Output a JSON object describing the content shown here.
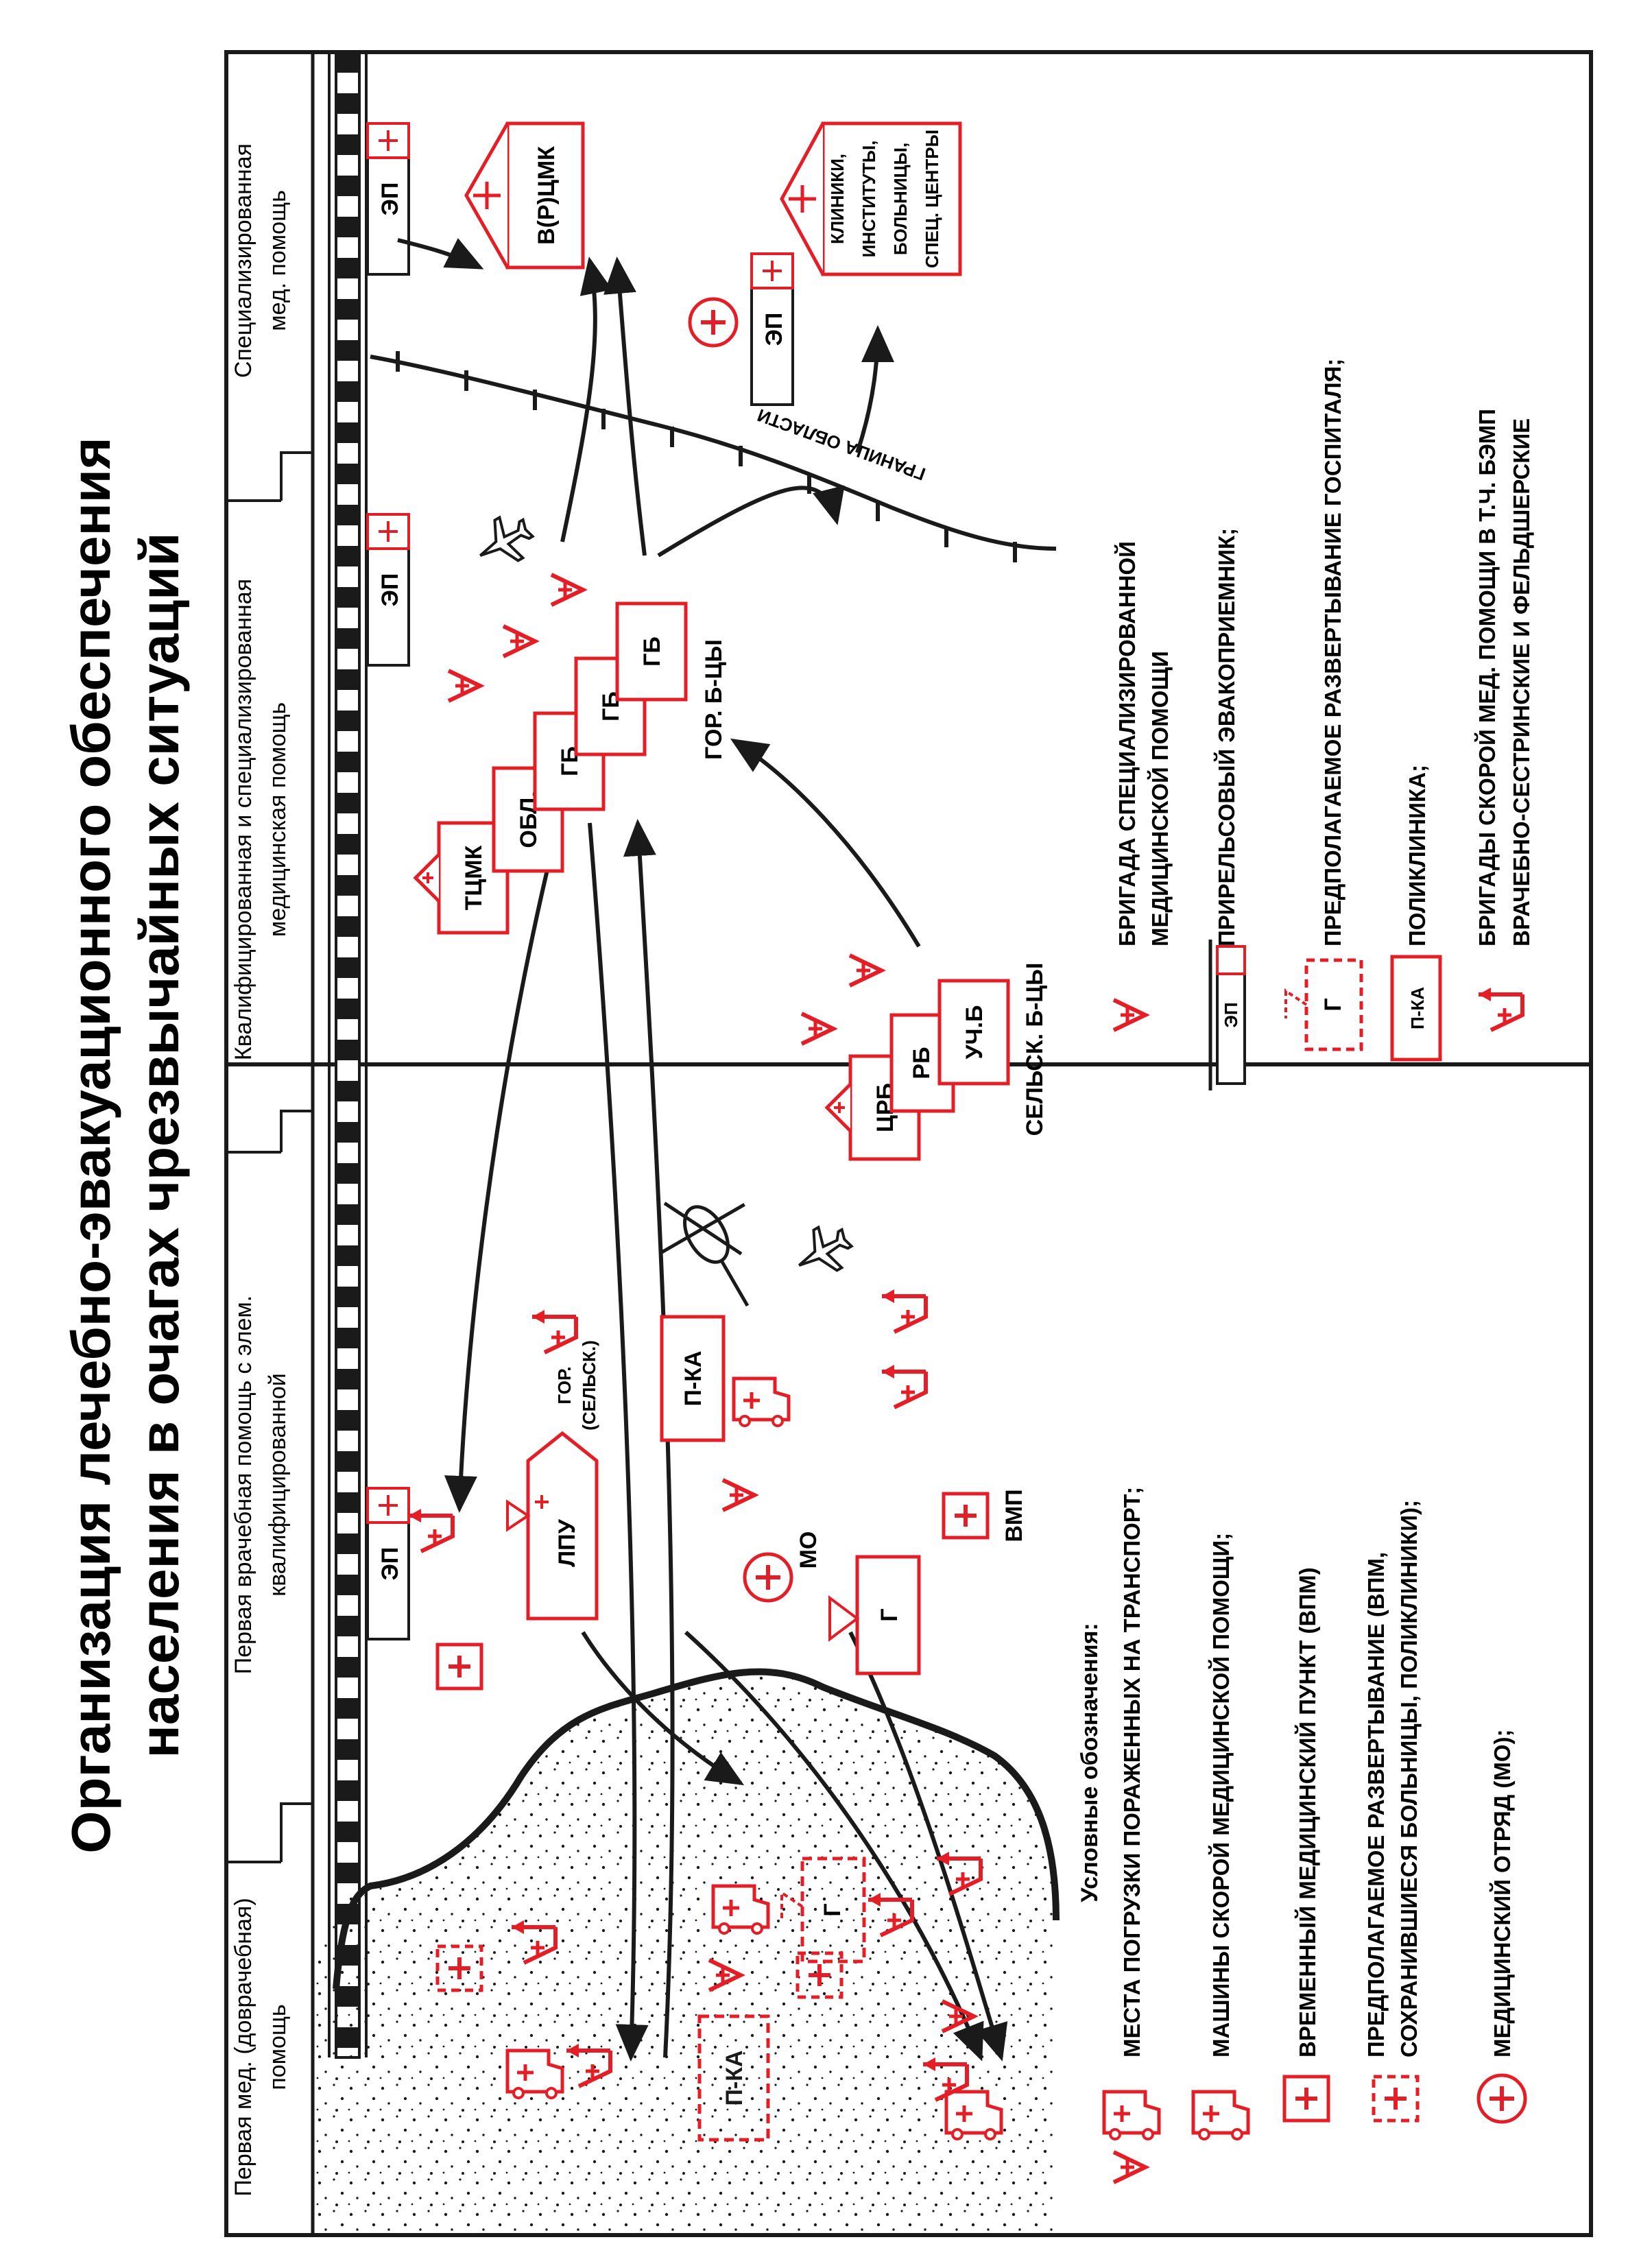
{
  "title": {
    "line1": "Организация лечебно-эвакуационного обеспечения",
    "line2": "населения в очагах чрезвычайных ситуаций"
  },
  "zones": {
    "first_aid_line1": "Первая мед. (доврачебная)",
    "first_aid_line2": "помощь",
    "first_doctor_line1": "Первая врачебная помощь с элем.",
    "first_doctor_line2": "квалифицированной",
    "qualified_line1": "Квалифицированная и специализированная",
    "qualified_line2": "медицинская помощь",
    "specialized_line1": "Специализированная",
    "specialized_line2": "мед. помощь"
  },
  "facilities": {
    "lpu": "ЛПУ",
    "lpu_caption_line1": "ГОР.",
    "lpu_caption_line2": "(СЕЛЬСК.)",
    "pka": "П-КА",
    "mo": "МО",
    "vmp": "ВМП",
    "g": "Г",
    "crb": "ЦРБ",
    "rb": "РБ",
    "uchb": "УЧ.Б",
    "rural_caption": "СЕЛЬСК. Б-ЦЫ",
    "tcmk": "ТЦМК",
    "obl": "ОБЛ.",
    "gb": "ГБ",
    "city_caption": "ГОР. Б-ЦЫ",
    "vrcmk": "В(Р)ЦМК",
    "clinics_line1": "КЛИНИКИ,",
    "clinics_line2": "ИНСТИТУТЫ,",
    "clinics_line3": "БОЛЬНИЦЫ,",
    "clinics_line4": "СПЕЦ. ЦЕНТРЫ",
    "ep": "ЭП",
    "region_border": "ГРАНИЦА ОБЛАСТИ"
  },
  "legend": {
    "heading": "Условные обозначения:",
    "loading_sites": "МЕСТА ПОГРУЗКИ ПОРАЖЕННЫХ НА ТРАНСПОРТ;",
    "ambulances": "МАШИНЫ СКОРОЙ МЕДИЦИНСКОЙ ПОМОЩИ;",
    "vmp_line": "ВРЕМЕННЫЙ МЕДИЦИНСКИЙ ПУНКТ (ВПМ)",
    "planned_line1": "ПРЕДПОЛАГАЕМОЕ РАЗВЕРТЫВАНИЕ (ВПМ,",
    "planned_line2": "СОХРАНИВШИЕСЯ БОЛЬНИЦЫ, ПОЛИКЛИНИКИ);",
    "mo_line": "МЕДИЦИНСКИЙ ОТРЯД (МО);",
    "brigade_line1": "БРИГАДА СПЕЦИАЛИЗИРОВАННОЙ",
    "brigade_line2": "МЕДИЦИНСКОЙ ПОМОЩИ",
    "ep_line": "ПРИРЕЛЬСОВЫЙ ЭВАКОПРИЕМНИК;",
    "hospital_line": "ПРЕДПОЛАГАЕМОЕ РАЗВЕРТЫВАНИЕ ГОСПИТАЛЯ;",
    "pka_line": "ПОЛИКЛИНИКА;",
    "bsmp_line1": "БРИГАДЫ СКОРОЙ МЕД. ПОМОЩИ В Т.Ч. БЭМП",
    "bsmp_line2": "ВРАЧЕБНО-СЕСТРИНСКИЕ И ФЕЛЬДШЕРСКИЕ"
  },
  "colors": {
    "red": "#e41e26",
    "ink": "#1a1a1a"
  }
}
